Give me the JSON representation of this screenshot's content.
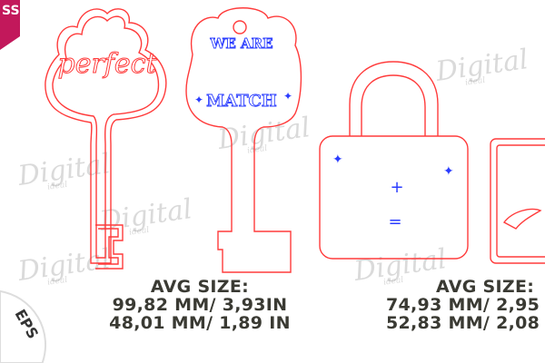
{
  "badge": {
    "text": "SS",
    "color": "#c2185b"
  },
  "seal": {
    "text": "EPS"
  },
  "key_left": {
    "word": "perfect"
  },
  "key_right": {
    "line1": "WE ARE",
    "line2": "MATCH"
  },
  "lock": {
    "plus": "+",
    "equals": "="
  },
  "size_left": {
    "heading": "AVG SIZE:",
    "line1": "99,82 MM/ 3,93IN",
    "line2": "48,01 MM/ 1,89 IN"
  },
  "size_right": {
    "heading": "AVG SIZE:",
    "line1": "74,93 MM/ 2,95",
    "line2": "52,83 MM/ 2,08"
  },
  "watermark": {
    "title": "Digital",
    "sub": "ideal"
  },
  "colors": {
    "outline": "#ff3b3b",
    "engrave": "#2a3cff",
    "text": "#3a3a33"
  }
}
